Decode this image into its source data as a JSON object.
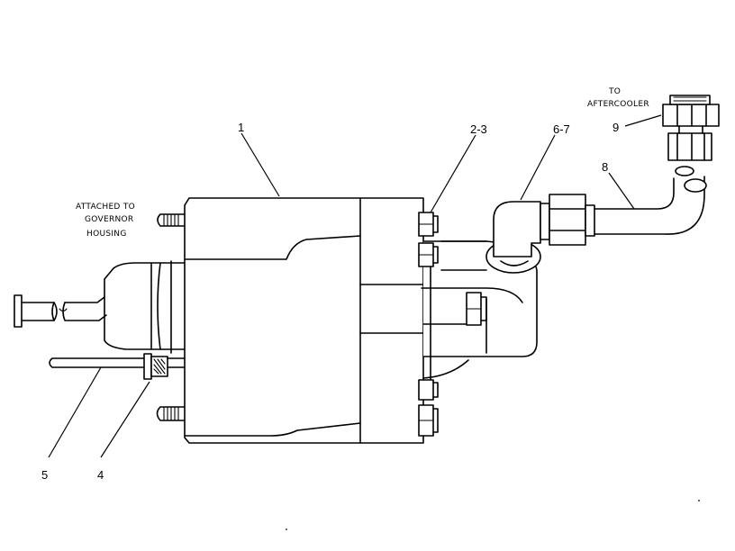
{
  "notes": {
    "governor_line1": "ATTACHED TO",
    "governor_line2": "GOVERNOR",
    "governor_line3": "HOUSING",
    "aftercooler_line1": "TO",
    "aftercooler_line2": "AFTERCOOLER"
  },
  "callouts": {
    "c1": "1",
    "c2_3": "2-3",
    "c6_7": "6-7",
    "c8": "8",
    "c9": "9",
    "c4": "4",
    "c5": "5"
  }
}
